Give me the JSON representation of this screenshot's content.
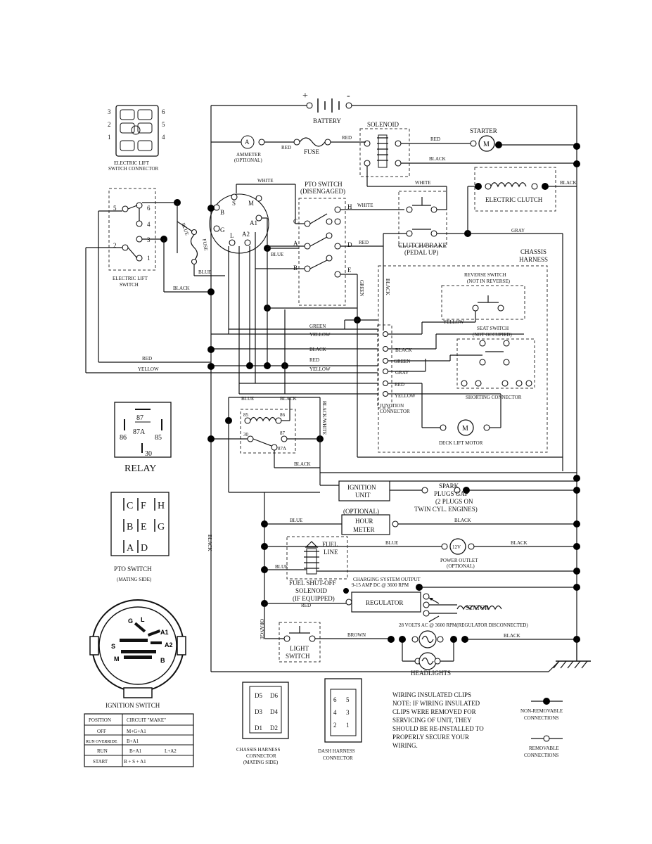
{
  "diagram": {
    "battery": {
      "label": "BATTERY",
      "plus": "+",
      "minus": "-"
    },
    "solenoid": "SOLENOID",
    "starter": "STARTER",
    "ammeter": {
      "line1": "AMMETER",
      "line2": "(OPTIONAL)",
      "symbol": "A"
    },
    "fuse": "FUSE",
    "pto_switch": {
      "line1": "PTO SWITCH",
      "line2": "(DISENGAGED)"
    },
    "electric_clutch": "ELECTRIC CLUTCH",
    "clutch_brake": {
      "line1": "CLUTCH/BRAKE",
      "line2": "(PEDAL UP)"
    },
    "chassis_harness": {
      "line1": "CHASSIS",
      "line2": "HARNESS"
    },
    "reverse_switch": {
      "line1": "REVERSE SWITCH",
      "line2": "(NOT IN REVERSE)"
    },
    "seat_switch": {
      "line1": "SEAT SWITCH",
      "line2": "(NOT OCCUPIED)"
    },
    "shorting_connector": "SHORTING   CONNECTOR",
    "junction_connector": {
      "line1": "JUNCTION",
      "line2": "CONNECTOR"
    },
    "deck_lift_motor": "DECK LIFT MOTOR",
    "motor_symbol": "M",
    "elec_lift_conn": {
      "line1": "ELECTRIC LIFT",
      "line2": "SWITCH CONNECTOR",
      "pins": [
        "3",
        "2",
        "1",
        "6",
        "5",
        "4"
      ]
    },
    "elec_lift_switch": {
      "line1": "ELECTRIC LIFT",
      "line2": "SWITCH",
      "pins": [
        "5",
        "6",
        "4",
        "3",
        "2",
        "1"
      ]
    },
    "relay": {
      "label": "RELAY",
      "pins": [
        "87",
        "87A",
        "86",
        "85",
        "30"
      ]
    },
    "relay_terms": [
      "85",
      "86",
      "30",
      "87",
      "87A"
    ],
    "pto_mating": {
      "line1": "PTO SWITCH",
      "line2": "(MATING SIDE)",
      "letters": [
        "C",
        "F",
        "H",
        "B",
        "E",
        "G",
        "A",
        "D"
      ]
    },
    "pto_terms": [
      "H",
      "C",
      "A",
      "D",
      "B",
      "E"
    ],
    "ign_terms": [
      "S",
      "M",
      "B",
      "G",
      "L",
      "A1",
      "A2"
    ],
    "ignition_unit": {
      "line1": "IGNITION",
      "line2": "UNIT"
    },
    "spark": {
      "line1": "SPARK",
      "line2": "PLUGS GAP",
      "line3": "(2 PLUGS ON",
      "line4": "TWIN CYL. ENGINES)"
    },
    "hour_meter": {
      "opt": "(OPTIONAL)",
      "line1": "HOUR",
      "line2": "METER"
    },
    "fuel_line": {
      "line1": "FUEL",
      "line2": "LINE"
    },
    "power_outlet": {
      "line1": "POWER OUTLET",
      "line2": "(OPTIONAL)",
      "symbol": "12V"
    },
    "fuel_shutoff": {
      "line1": "FUEL SHUT-OFF",
      "line2": "SOLENOID",
      "line3": "(IF EQUIPPED)"
    },
    "charging": {
      "line1": "CHARGING SYSTEM OUTPUT",
      "line2": "9-15 AMP DC @ 3600 RPM"
    },
    "regulator": "REGULATOR",
    "stator": "STATOR",
    "stator_note": "28 VOLTS AC @ 3600 RPM(REGULATOR DISCONNECTED)",
    "light_switch": {
      "line1": "LIGHT",
      "line2": "SWITCH"
    },
    "headlights": "HEADLIGHTS",
    "ignition_switch": {
      "label": "IGNITION SWITCH",
      "face": [
        "G",
        "L",
        "A1",
        "A2",
        "S",
        "M",
        "B"
      ],
      "headers": [
        "POSITION",
        "CIRCUIT  \"MAKE\""
      ],
      "rows": [
        [
          "OFF",
          "M+G+A1",
          ""
        ],
        [
          "RUN OVERRIDE",
          "B+A1",
          ""
        ],
        [
          "RUN",
          "B+A1",
          "L+A2"
        ],
        [
          "START",
          "B + S + A1",
          ""
        ]
      ]
    },
    "chassis_conn": {
      "line1": "CHASSIS HARNESS",
      "line2": "CONNECTOR",
      "line3": "(MATING SIDE)",
      "pins": [
        "D5",
        "D6",
        "D3",
        "D4",
        "D1",
        "D2"
      ]
    },
    "dash_conn": {
      "line1": "DASH HARNESS",
      "line2": "CONNECTOR",
      "pins": [
        "6",
        "5",
        "4",
        "3",
        "2",
        "1"
      ]
    },
    "note": {
      "line1": "WIRING INSULATED CLIPS",
      "line2": "NOTE:  IF WIRING INSULATED",
      "line3": "CLIPS WERE REMOVED FOR",
      "line4": "SERVICING OF UNIT, THEY",
      "line5": "SHOULD BE RE-INSTALLED TO",
      "line6": "PROPERLY SECURE YOUR",
      "line7": "WIRING."
    },
    "legend": {
      "nonremovable1": "NON-REMOVABLE",
      "nonremovable2": "CONNECTIONS",
      "removable1": "REMOVABLE",
      "removable2": "CONNECTIONS"
    },
    "wire_labels": {
      "red": "RED",
      "black": "BLACK",
      "white": "WHITE",
      "blue": "BLUE",
      "green": "GREEN",
      "yellow": "YELLOW",
      "gray": "GRAY",
      "brown": "BROWN",
      "orange": "ORANGE",
      "black_white": "BLACK/WHITE"
    }
  }
}
